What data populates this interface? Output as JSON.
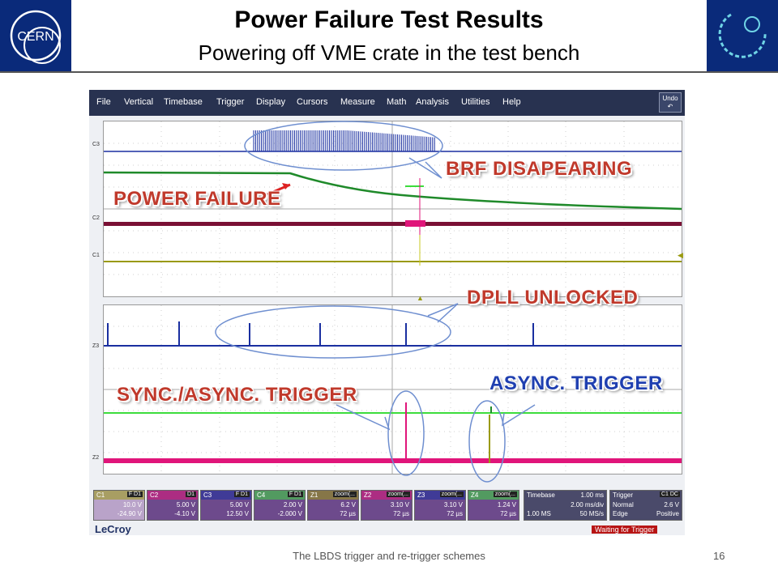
{
  "header": {
    "title": "Power Failure Test Results",
    "subtitle": "Powering off VME crate in the test bench",
    "logo_text": "CERN"
  },
  "scope": {
    "menu": [
      "File",
      "Vertical",
      "Timebase",
      "Trigger",
      "Display",
      "Cursors",
      "Measure",
      "Math",
      "Analysis",
      "Utilities",
      "Help"
    ],
    "undo_label": "Undo",
    "trace_labels": {
      "upper": [
        "C3",
        "C2",
        "C1"
      ],
      "lower": [
        "Z3",
        "Z2"
      ]
    },
    "channels": [
      {
        "name": "C1",
        "tag": "F D1",
        "v1": "10.0 V",
        "v2": "-24.90 V",
        "bg": "#b9a3c9"
      },
      {
        "name": "C2",
        "tag": "D1",
        "v1": "5.00 V",
        "v2": "-4.10 V",
        "bg": "#6d4a8c"
      },
      {
        "name": "C3",
        "tag": "F D1",
        "v1": "5.00 V",
        "v2": "12.50 V",
        "bg": "#6d4a8c"
      },
      {
        "name": "C4",
        "tag": "F D1",
        "v1": "2.00 V",
        "v2": "-2.000 V",
        "bg": "#6d4a8c"
      },
      {
        "name": "Z1",
        "tag": "zoom(...",
        "v1": "6.2 V",
        "v2": "72 µs",
        "bg": "#6d4a8c"
      },
      {
        "name": "Z2",
        "tag": "zoom(...",
        "v1": "3.10 V",
        "v2": "72 µs",
        "bg": "#6d4a8c"
      },
      {
        "name": "Z3",
        "tag": "zoom(...",
        "v1": "3.10 V",
        "v2": "72 µs",
        "bg": "#6d4a8c"
      },
      {
        "name": "Z4",
        "tag": "zoom(...",
        "v1": "1.24 V",
        "v2": "72 µs",
        "bg": "#6d4a8c"
      }
    ],
    "timebase": {
      "label": "Timebase",
      "value": "1.00 ms",
      "div": "2.00 ms/div",
      "samples": "1.00 MS",
      "rate": "50 MS/s"
    },
    "trigger": {
      "label": "Trigger",
      "tag": "C1 DC",
      "mode": "Normal",
      "level": "2.6 V",
      "type": "Edge",
      "slope": "Positive"
    },
    "brand": "LeCroy",
    "status": "Waiting for Trigger"
  },
  "callouts": {
    "brf": "BRF DISAPEARING",
    "power": "POWER FAILURE",
    "dpll": "DPLL UNLOCKED",
    "async": "ASYNC. TRIGGER",
    "sync": "SYNC./ASYNC. TRIGGER"
  },
  "footer": {
    "text": "The LBDS trigger and re-trigger schemes",
    "page": "16"
  },
  "colors": {
    "c3_blue": "#1a2fa0",
    "c4_green": "#1f8a2a",
    "c2_maroon": "#7a1035",
    "c1_olive": "#9a9a10",
    "z_green": "#3cdc3c",
    "z_magenta": "#e0157a",
    "callout_red": "#c0392b",
    "callout_blue": "#1f3fb0"
  }
}
